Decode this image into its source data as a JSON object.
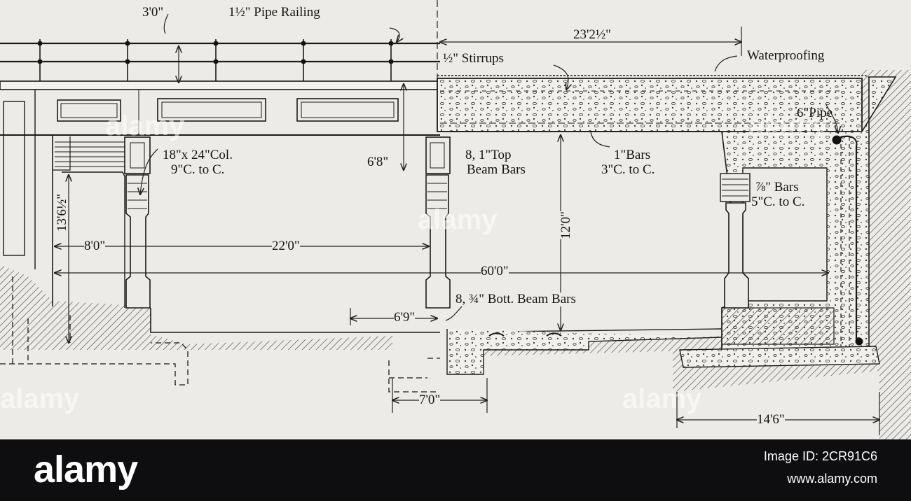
{
  "labels": {
    "railing_height": "3'0\"",
    "pipe_railing": "1½\" Pipe Railing",
    "span": "23'2½\"",
    "stirrups": "½\" Stirrups",
    "waterproofing": "Waterproofing",
    "pipe": "6\"Pipe",
    "col_size": "18\"x 24\"Col.",
    "col_spacing": "9\"C. to C.",
    "parapet_height": "6'8\"",
    "top_bars_1": "8, 1\"Top",
    "top_bars_2": "Beam Bars",
    "bars_1": "1\"Bars",
    "bars_2": "3\"C. to C.",
    "wall_bars_1": "⅞\" Bars",
    "wall_bars_2": "5\"C. to C.",
    "left_height": "13'6½\"",
    "dim_8": "8'0\"",
    "dim_22": "22'0\"",
    "clear_height": "12'0\"",
    "dim_60": "60'0\"",
    "bott_bars": "8, ¾\" Bott. Beam Bars",
    "dim_69": "6'9\"",
    "dim_7": "7'0\"",
    "dim_146": "14'6\""
  },
  "watermark": "alamy",
  "footer": {
    "logo": "alamy",
    "image_id": "Image ID: 2CR91C6",
    "site": "www.alamy.com"
  }
}
